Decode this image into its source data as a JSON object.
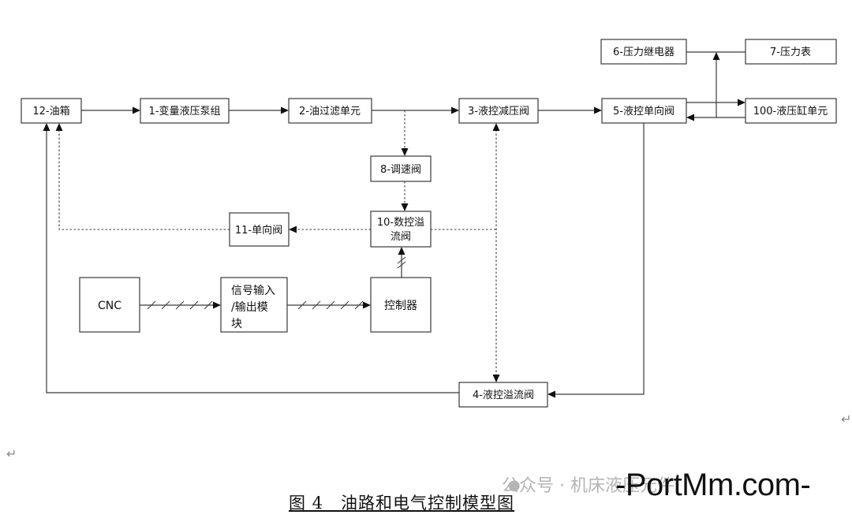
{
  "boxes": {
    "b12": "12-油箱",
    "b1": "1-变量液压泵组",
    "b2": "2-油过滤单元",
    "b3": "3-液控减压阀",
    "b5": "5-液控单向阀",
    "b6": "6-压力继电器",
    "b7": "7-压力表",
    "b100": "100-液压缸单元",
    "b8": "8-调速阀",
    "b10_line1": "10-数控溢",
    "b10_line2": "流阀",
    "b11": "11-单向阀",
    "cnc": "CNC",
    "io_line1": "信号输入",
    "io_line2": "/输出模",
    "io_line3": "块",
    "ctrl": "控制器",
    "b4": "4-液控溢流阀"
  },
  "caption": "图 4　油路和电气控制模型图",
  "watermark": {
    "icon": "wechat-icon",
    "text": "公众号 · 机床液压元件",
    "main": "-PortMm.com-"
  }
}
